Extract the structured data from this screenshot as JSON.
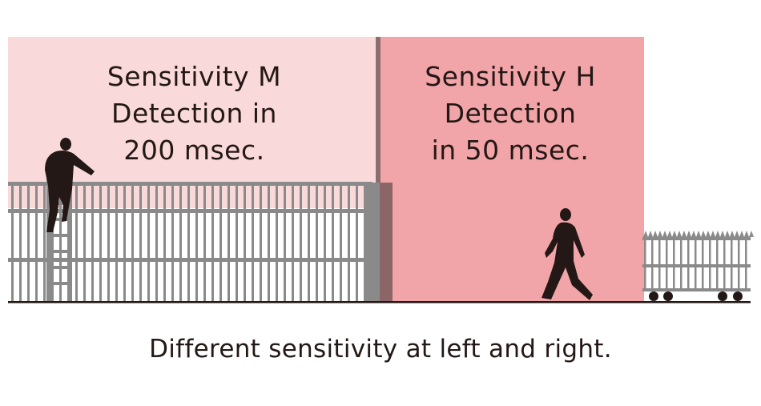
{
  "zones": {
    "left": {
      "sensitivity": "Sensitivity M",
      "detection_line1": "Detection in",
      "detection_line2": "200 msec.",
      "color": "#f9d9d9"
    },
    "right": {
      "sensitivity": "Sensitivity H",
      "detection_line1": "Detection",
      "detection_line2": "in 50 msec.",
      "color": "#f2a5a8"
    }
  },
  "caption": "Different sensitivity at left and right.",
  "colors": {
    "fence": "#888888",
    "ground": "#231815",
    "silhouette": "#231815"
  },
  "icons": [
    "person-on-ladder-icon",
    "walking-person-icon",
    "movable-gate-icon"
  ]
}
